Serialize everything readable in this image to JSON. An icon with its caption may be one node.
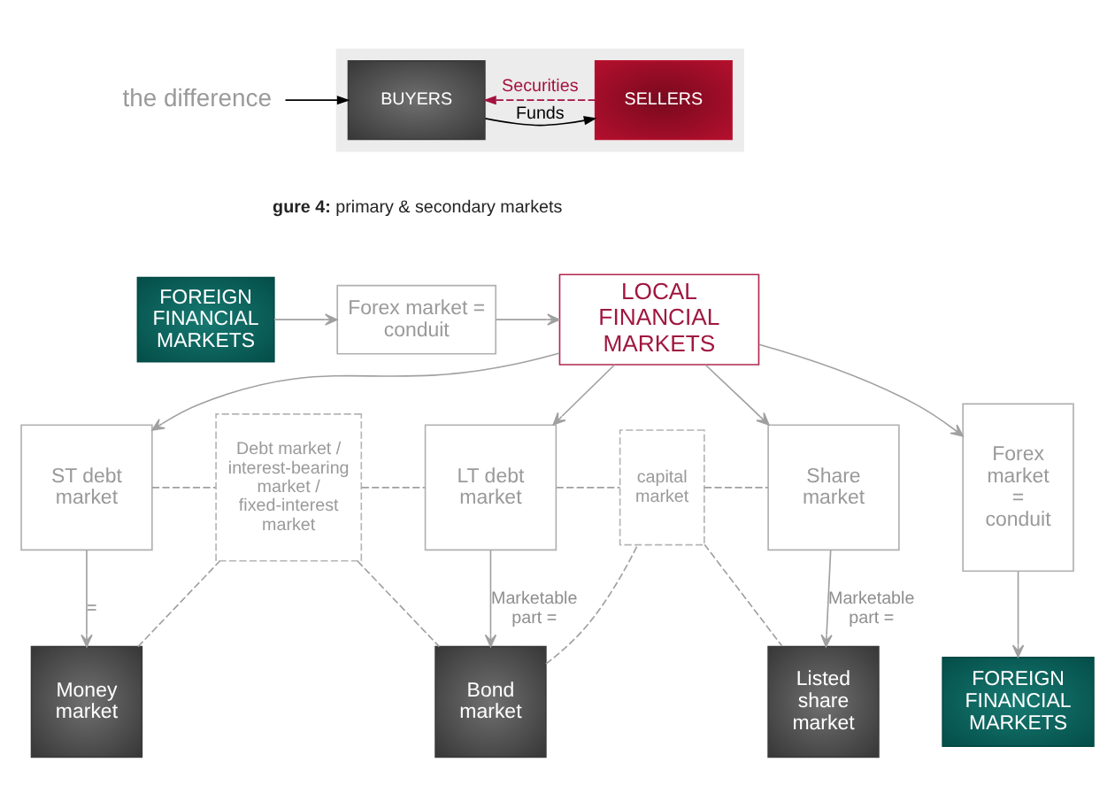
{
  "diagram": {
    "nodes": [
      {
        "text": [
          "the difference"
        ]
      },
      {
        "text": [],
        "shape": "box"
      },
      {
        "text": [
          "BUYERS"
        ],
        "in": 1
      },
      {
        "text": [
          "SELLERS"
        ],
        "in": 1
      },
      {
        "text": [
          "FOREIGN FINANCIAL MARKETS"
        ]
      },
      {
        "text": [
          "Forex market = conduit"
        ]
      },
      {
        "text": [
          "LOCAL FINANCIAL MARKETS"
        ]
      },
      {
        "text": [
          "ST debt market"
        ]
      },
      {
        "text": [
          "LT debt market"
        ]
      },
      {
        "text": [
          "Share market"
        ]
      },
      {
        "text": [
          "Forex market = conduit"
        ]
      },
      {
        "text": [
          "Debt market / interest-bearing market / fixed-interest market"
        ]
      },
      {
        "text": [
          "capital market"
        ]
      },
      {
        "text": [
          "Money market"
        ]
      },
      {
        "text": [
          "Bond market"
        ]
      },
      {
        "text": [
          "Listed share market"
        ]
      },
      {
        "text": [
          "FOREIGN FINANCIAL MARKETS"
        ]
      }
    ],
    "edges": [
      {
        "from": 0,
        "to": 2,
        "arrow": "to",
        "color": "#000000"
      },
      {
        "from": 2,
        "to": 3,
        "arrow": "to",
        "label": "Funds",
        "color": "#000000"
      },
      {
        "from": 3,
        "to": 2,
        "arrow": "to",
        "label": "Securities",
        "style": "dashed",
        "color": "#a3123f"
      },
      {
        "from": 4,
        "to": 5,
        "arrow": "to"
      },
      {
        "from": 5,
        "to": 6,
        "arrow": "to"
      },
      {
        "from": 6,
        "to": 7,
        "arrow": "to"
      },
      {
        "from": 6,
        "to": 8,
        "arrow": "to"
      },
      {
        "from": 6,
        "to": 9,
        "arrow": "to"
      },
      {
        "from": 6,
        "to": 10,
        "arrow": "to"
      },
      {
        "from": 7,
        "to": 13,
        "arrow": "to",
        "label": "="
      },
      {
        "from": 8,
        "to": 14,
        "arrow": "to",
        "label": "Marketable part ="
      },
      {
        "from": 9,
        "to": 15,
        "arrow": "to",
        "label": "Marketable part ="
      },
      {
        "from": 10,
        "to": 16,
        "arrow": "to"
      },
      {
        "from": 7,
        "to": 11,
        "arrow": "none",
        "style": "dashed"
      },
      {
        "from": 11,
        "to": 8,
        "arrow": "none",
        "style": "dashed"
      },
      {
        "from": 13,
        "to": 11,
        "arrow": "none",
        "style": "dashed"
      },
      {
        "from": 11,
        "to": 14,
        "arrow": "none",
        "style": "dashed"
      },
      {
        "from": 8,
        "to": 12,
        "arrow": "none",
        "style": "dashed"
      },
      {
        "from": 12,
        "to": 9,
        "arrow": "none",
        "style": "dashed"
      },
      {
        "from": 14,
        "to": 12,
        "arrow": "none",
        "style": "dashed"
      },
      {
        "from": 12,
        "to": 15,
        "arrow": "none",
        "style": "dashed"
      }
    ],
    "labels": [
      "**gure 4:** primary & secondary markets"
    ]
  }
}
